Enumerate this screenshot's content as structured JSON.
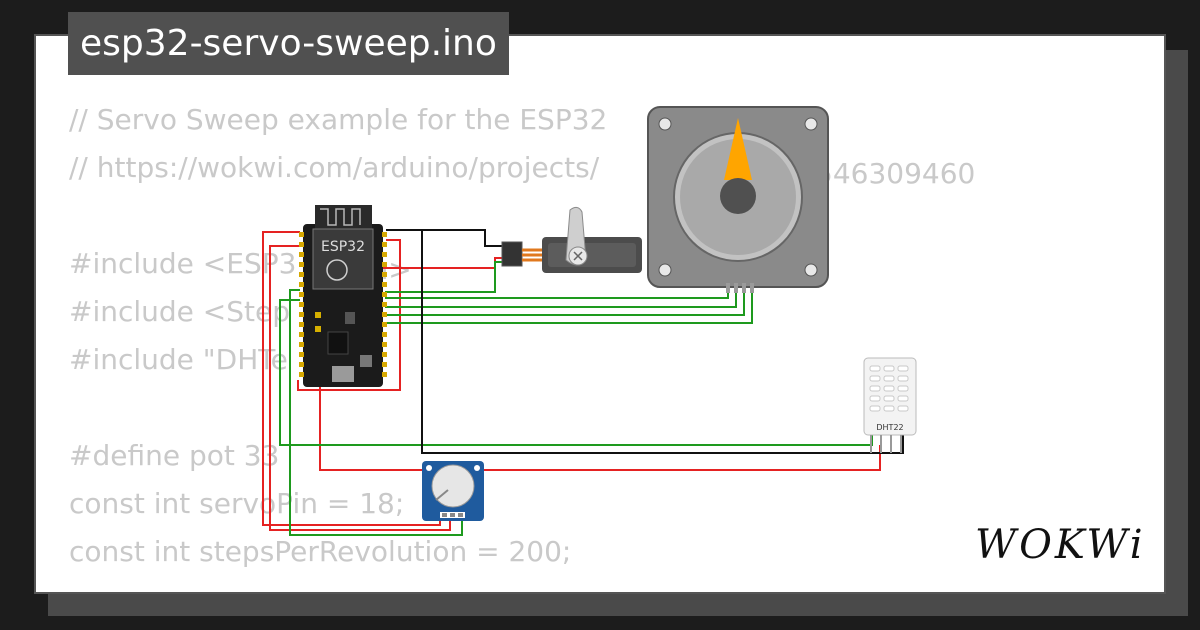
{
  "window": {
    "title": "esp32-servo-sweep.ino"
  },
  "code": {
    "lines": [
      "// Servo Sweep example for the ESP32",
      "// https://wokwi.com/arduino/projects/",
      "",
      "#include <ESP3",
      "#include <Step",
      "#include \"DHTe",
      "",
      "#define pot 33",
      "const int servoPin = 18;",
      "const int stepsPerRevolution = 200;"
    ],
    "url_suffix": "546309460",
    "include_suffix": "o.h>"
  },
  "components": {
    "esp32_label": "ESP32",
    "dht_label": "DHT22"
  },
  "brand": {
    "name": "WOKWi"
  },
  "colors": {
    "background": "#1c1c1c",
    "card": "#ffffff",
    "title_bg": "#505050",
    "code_text": "#c9c9c9",
    "wire_red": "#e52222",
    "wire_green": "#1e9a1e",
    "wire_black": "#111111",
    "stepper_accent": "#ffa500",
    "pot_blue": "#1f5b9e"
  }
}
